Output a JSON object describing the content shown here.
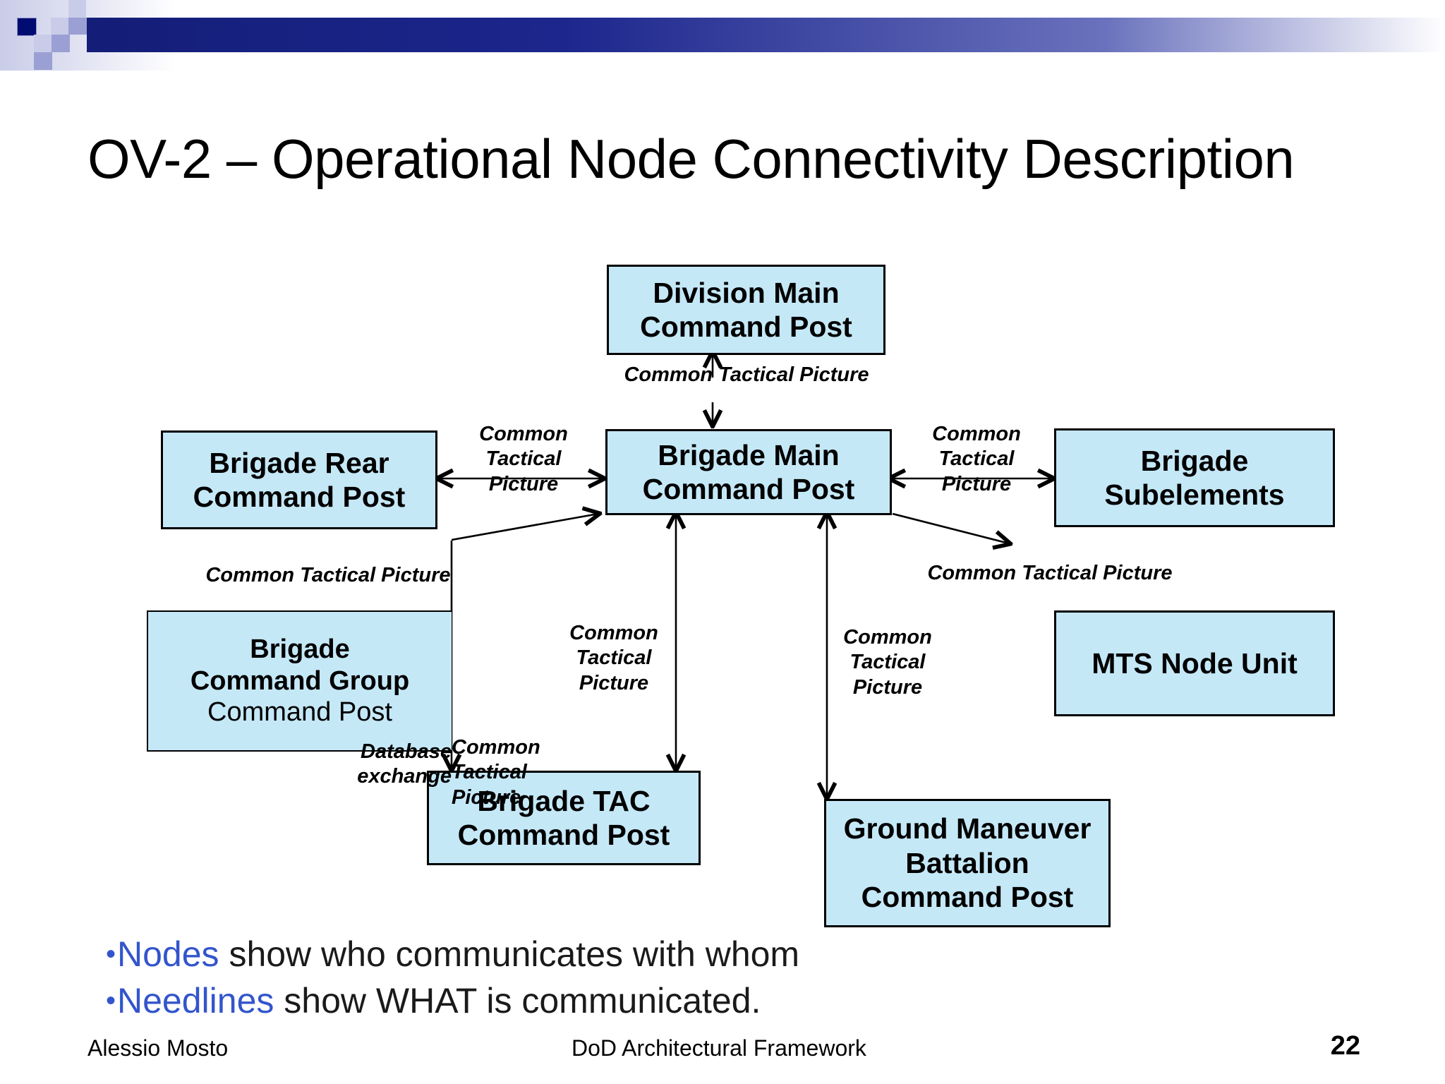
{
  "slide": {
    "title": "OV-2 – Operational Node Connectivity Description"
  },
  "diagram": {
    "type": "node-connectivity",
    "nodes": [
      {
        "id": "division-main",
        "lines": [
          "Division Main",
          "Command Post"
        ]
      },
      {
        "id": "brigade-rear",
        "lines": [
          "Brigade Rear",
          "Command Post"
        ]
      },
      {
        "id": "brigade-main",
        "lines": [
          "Brigade Main",
          "Command Post"
        ]
      },
      {
        "id": "brigade-subelements",
        "lines": [
          "Brigade",
          "Subelements"
        ]
      },
      {
        "id": "brigade-command-group",
        "lines": [
          "Brigade",
          "Command Group",
          "Command Post"
        ]
      },
      {
        "id": "mts-node-unit",
        "lines": [
          "MTS Node Unit"
        ]
      },
      {
        "id": "brigade-tac",
        "lines": [
          "Brigade TAC",
          "Command Post"
        ]
      },
      {
        "id": "ground-maneuver-bn",
        "lines": [
          "Ground Maneuver",
          "Battalion",
          "Command Post"
        ]
      }
    ],
    "needlines": [
      {
        "id": "nl-div-main",
        "label": "Common Tactical Picture"
      },
      {
        "id": "nl-rear-main",
        "label": "Common\nTactical\nPicture"
      },
      {
        "id": "nl-main-sub",
        "label": "Common\nTactical\nPicture"
      },
      {
        "id": "nl-cmdgroup-main",
        "label": "Common Tactical Picture"
      },
      {
        "id": "nl-mts-main",
        "label": "Common Tactical Picture"
      },
      {
        "id": "nl-main-tac",
        "label": "Common\nTactical\nPicture"
      },
      {
        "id": "nl-main-gmb",
        "label": "Common\nTactical\nPicture"
      },
      {
        "id": "nl-db-exchange",
        "label": "Database\nexchange"
      },
      {
        "id": "nl-tac-ctp",
        "label": "Common\nTactical\nPicture"
      }
    ]
  },
  "bullets": [
    {
      "keyword": "Nodes",
      "rest": " show who communicates with whom"
    },
    {
      "keyword": "Needlines",
      "rest": " show WHAT is communicated."
    }
  ],
  "footer": {
    "author": "Alessio Mosto",
    "center": "DoD Architectural Framework",
    "page": "22"
  },
  "colors": {
    "node_fill": "#c5e8f7",
    "node_border": "#000000",
    "accent_blue": "#3355cc",
    "header_dark": "#141e78",
    "header_mid": "#9aa0d4",
    "header_light": "#c9cce8"
  }
}
